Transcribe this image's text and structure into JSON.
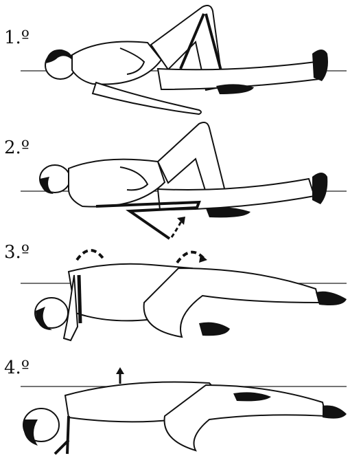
{
  "steps": [
    {
      "label": "1.º"
    },
    {
      "label": "2.º"
    },
    {
      "label": "3.º"
    },
    {
      "label": "4.º"
    }
  ]
}
